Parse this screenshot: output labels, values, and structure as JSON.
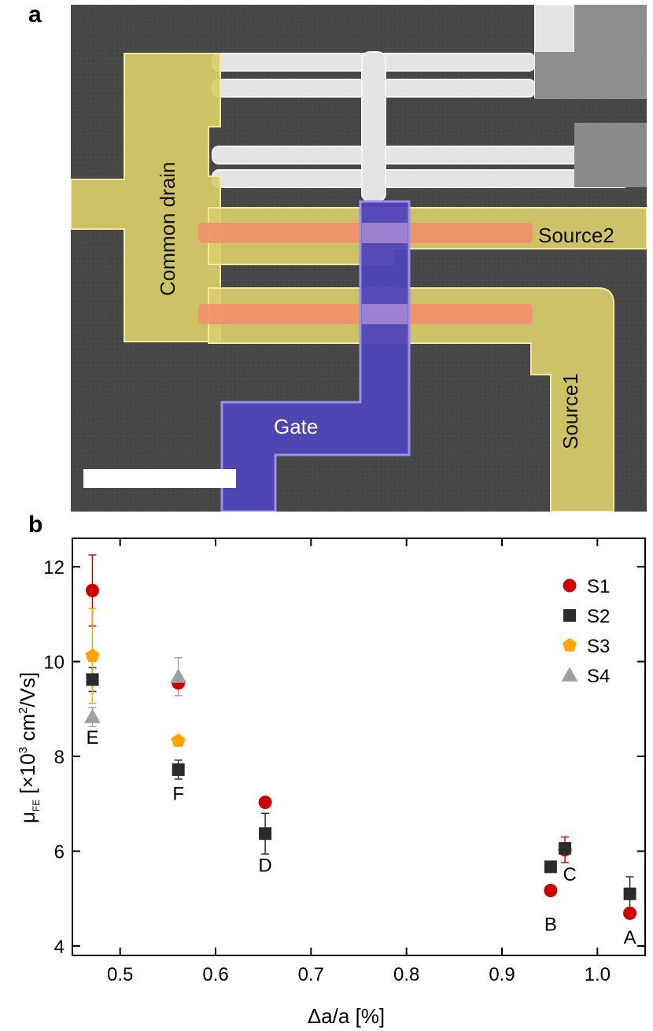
{
  "panel_labels": {
    "a": "a",
    "b": "b"
  },
  "micrograph": {
    "labels": {
      "drain": "Common drain",
      "source2": "Source2",
      "source1": "Source1",
      "gate": "Gate"
    },
    "colors": {
      "drain_source": "#e8dc7a",
      "channel": "#f4a068",
      "gate": "#5b4fc0",
      "metal": "#e6e6e6",
      "substrate": "#4a4a4a"
    }
  },
  "chart_data": {
    "type": "scatter",
    "xlabel": "Δa/a [%]",
    "ylabel_main": "μ",
    "ylabel_sub": "FE",
    "ylabel_rest": " [×10",
    "ylabel_sup1": "3",
    "ylabel_rest2": " cm",
    "ylabel_sup2": "2",
    "ylabel_rest3": "/Vs]",
    "xlim": [
      0.45,
      1.05
    ],
    "ylim": [
      3.8,
      12.6
    ],
    "xticks": [
      0.5,
      0.6,
      0.7,
      0.8,
      0.9,
      1.0
    ],
    "xtick_labels": [
      "0.5",
      "0.6",
      "0.7",
      "0.8",
      "0.9",
      "1.0"
    ],
    "yticks": [
      4,
      6,
      8,
      10,
      12
    ],
    "ytick_labels": [
      "4",
      "6",
      "8",
      "10",
      "12"
    ],
    "legend_position": "top-right",
    "series": [
      {
        "name": "S1",
        "marker": "circle",
        "color": "#cc0000",
        "points": [
          {
            "x": 0.471,
            "y": 11.5,
            "err": 0.75
          },
          {
            "x": 0.561,
            "y": 9.55,
            "err": 0.08
          },
          {
            "x": 0.652,
            "y": 7.03,
            "err": 0.08
          },
          {
            "x": 0.951,
            "y": 5.17,
            "err": 0.0
          },
          {
            "x": 0.966,
            "y": 6.03,
            "err": 0.27
          },
          {
            "x": 1.034,
            "y": 4.69,
            "err": 0.0
          }
        ]
      },
      {
        "name": "S2",
        "marker": "square",
        "color": "#2b2b2b",
        "points": [
          {
            "x": 0.471,
            "y": 9.62,
            "err": 0.25
          },
          {
            "x": 0.561,
            "y": 7.72,
            "err": 0.2
          },
          {
            "x": 0.652,
            "y": 6.37,
            "err": 0.43
          },
          {
            "x": 0.951,
            "y": 5.67,
            "err": 0.0
          },
          {
            "x": 0.966,
            "y": 6.06,
            "err": 0.0
          },
          {
            "x": 1.034,
            "y": 5.1,
            "err": 0.36
          }
        ]
      },
      {
        "name": "S3",
        "marker": "pentagon",
        "color": "#ffa500",
        "points": [
          {
            "x": 0.471,
            "y": 10.12,
            "err": 1.0
          },
          {
            "x": 0.561,
            "y": 8.33,
            "err": 0.0
          }
        ]
      },
      {
        "name": "S4",
        "marker": "triangle",
        "color": "#a0a0a0",
        "points": [
          {
            "x": 0.471,
            "y": 8.83,
            "err": 0.2
          },
          {
            "x": 0.561,
            "y": 9.68,
            "err": 0.4
          }
        ]
      }
    ],
    "annotations": [
      {
        "text": "E",
        "x": 0.471,
        "y": 8.27
      },
      {
        "text": "F",
        "x": 0.561,
        "y": 7.08
      },
      {
        "text": "D",
        "x": 0.652,
        "y": 5.57
      },
      {
        "text": "B",
        "x": 0.951,
        "y": 4.32
      },
      {
        "text": "C",
        "x": 0.971,
        "y": 5.38
      },
      {
        "text": "A",
        "x": 1.034,
        "y": 4.05
      }
    ]
  }
}
